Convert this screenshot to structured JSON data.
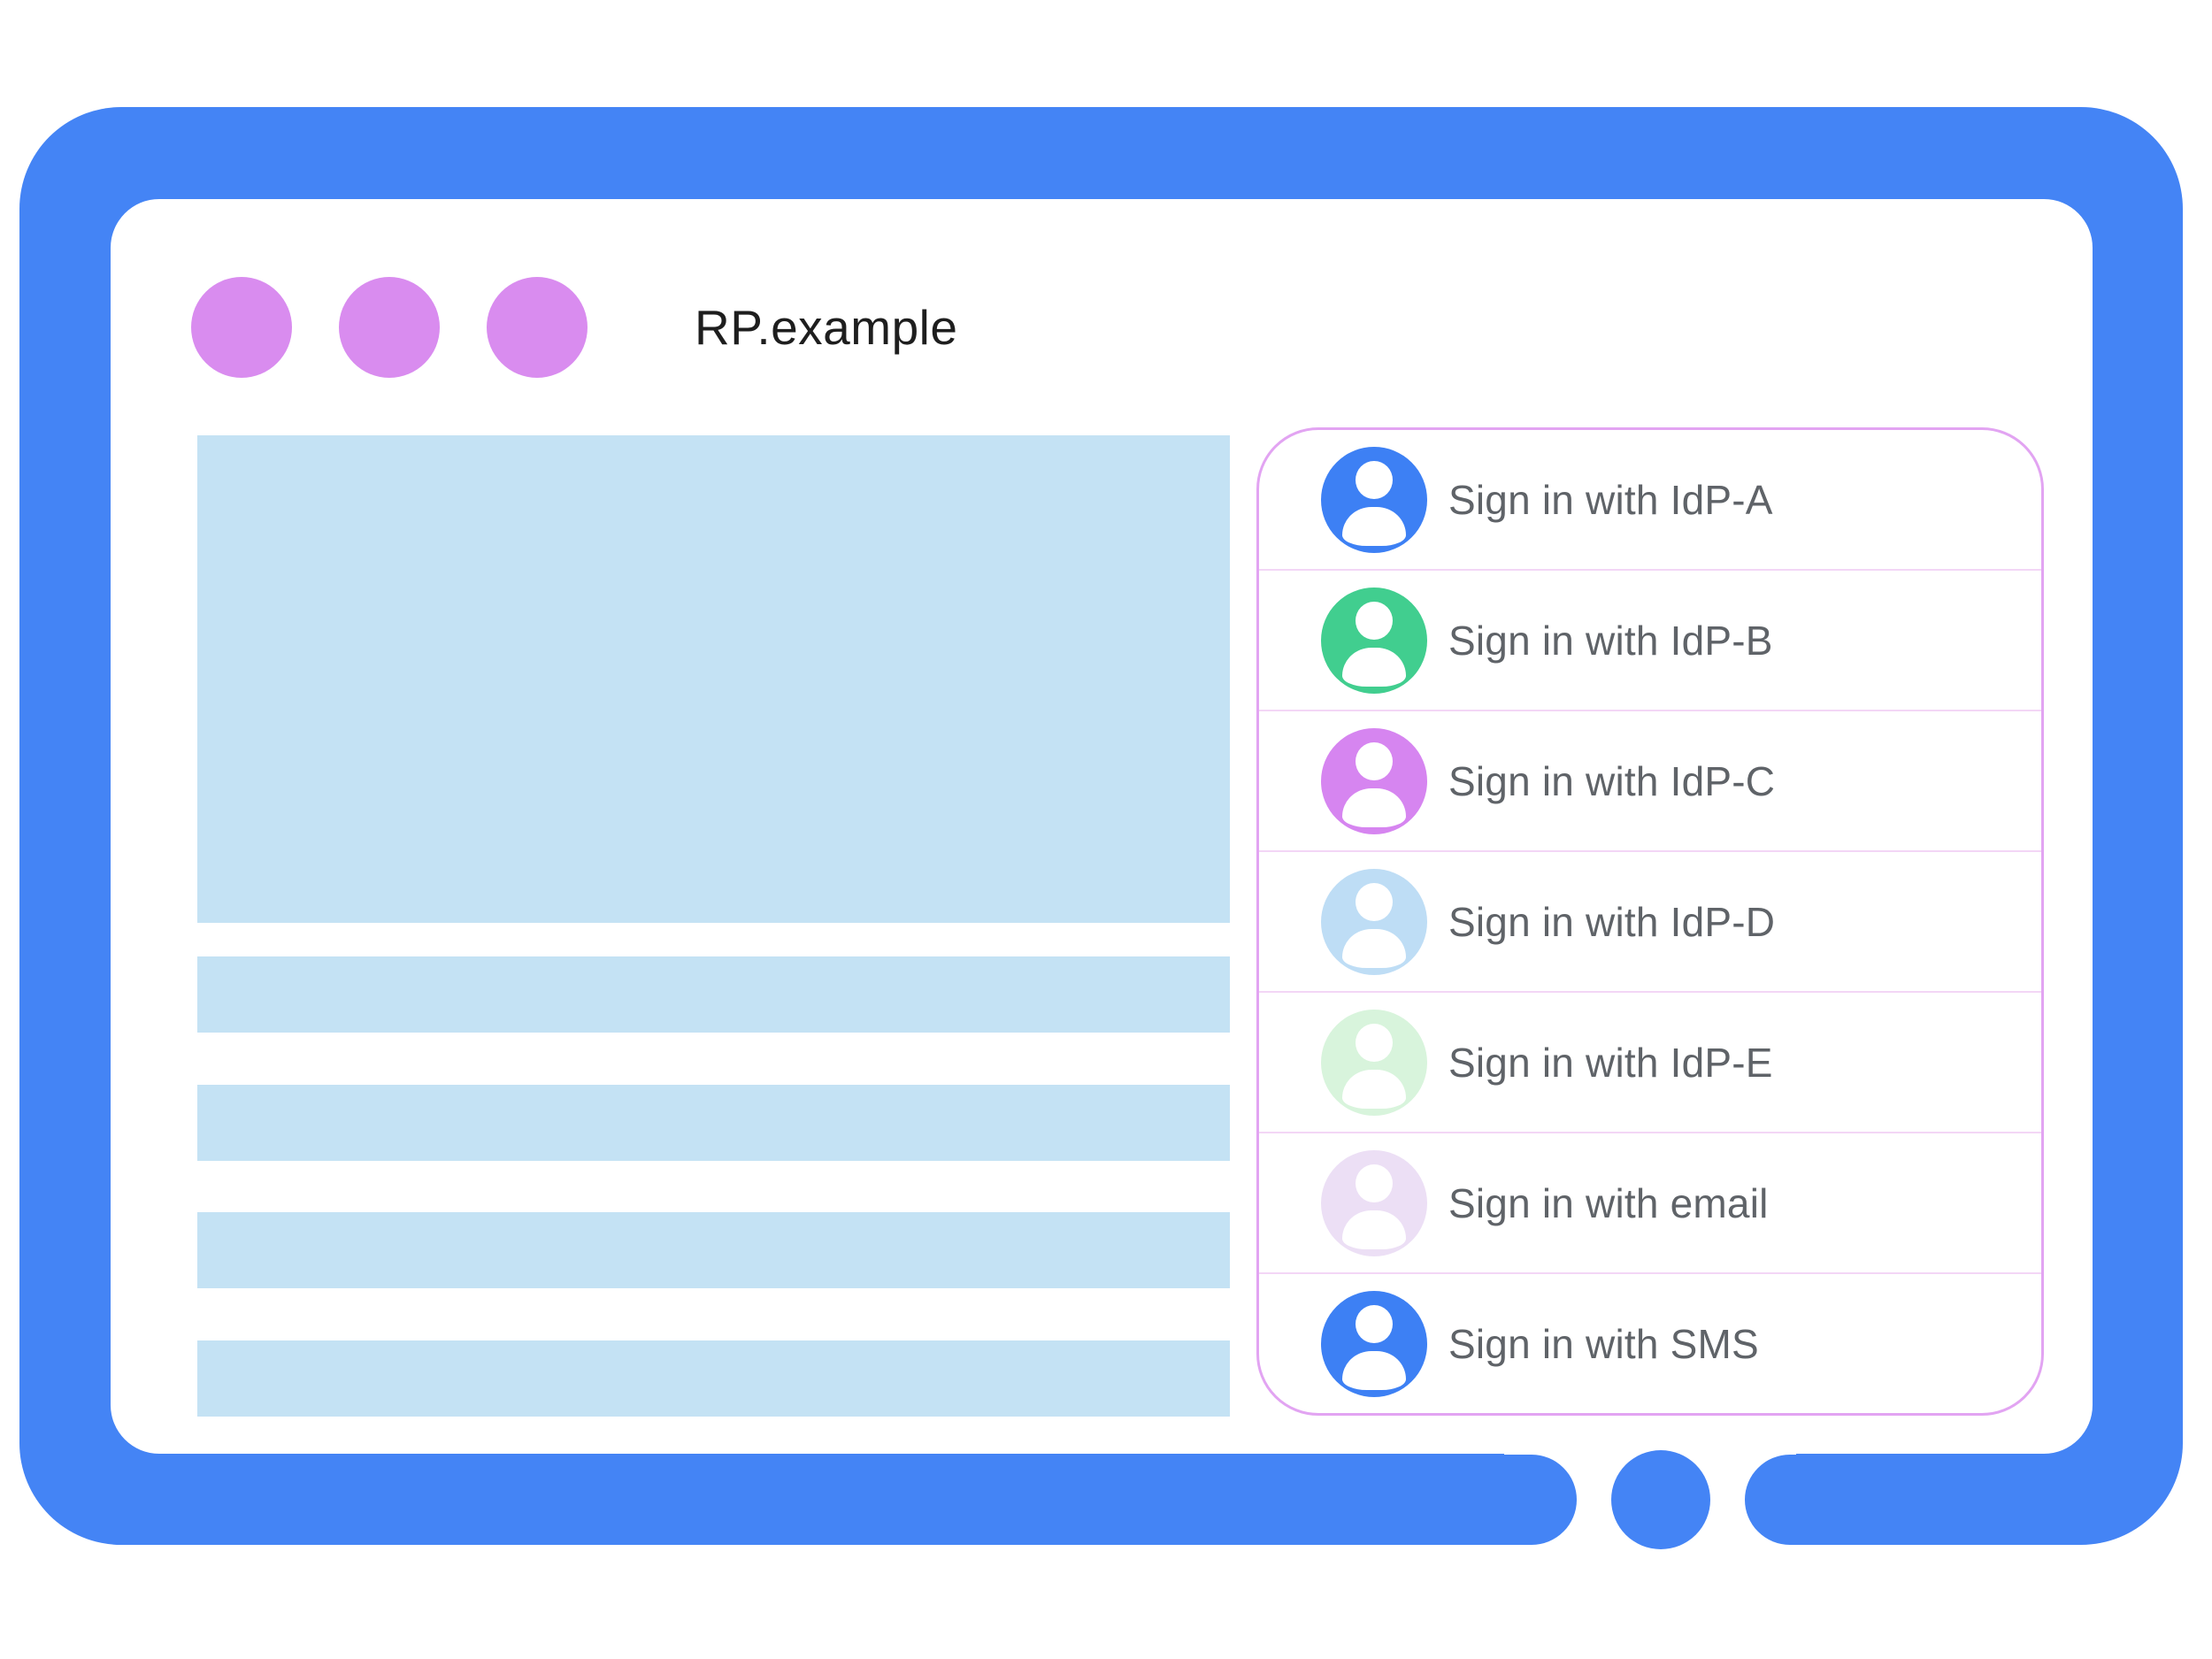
{
  "window": {
    "title": "RP.example",
    "window_controls": {
      "count": 3,
      "color": "#d98cef"
    }
  },
  "signin_panel": {
    "items": [
      {
        "label": "Sign in with IdP-A",
        "avatar_color": "#3d80f4"
      },
      {
        "label": "Sign in with IdP-B",
        "avatar_color": "#41ce8f"
      },
      {
        "label": "Sign in with IdP-C",
        "avatar_color": "#d685f0"
      },
      {
        "label": "Sign in with IdP-D",
        "avatar_color": "#beddf5"
      },
      {
        "label": "Sign in with IdP-E",
        "avatar_color": "#d8f4dc"
      },
      {
        "label": "Sign in with email",
        "avatar_color": "#ecdff5"
      },
      {
        "label": "Sign in with SMS",
        "avatar_color": "#3d80f4"
      }
    ],
    "border_color": "#e2a4f2",
    "divider_color": "#f3d6f6",
    "label_color": "#5f6368"
  },
  "placeholders": {
    "hero_blocks": 1,
    "text_lines": 4,
    "color": "#c4e2f4"
  },
  "frame": {
    "color": "#4484f5",
    "screen_color": "#ffffff",
    "home_button_color": "#4484f5"
  },
  "title_color": "#1e1e1e"
}
